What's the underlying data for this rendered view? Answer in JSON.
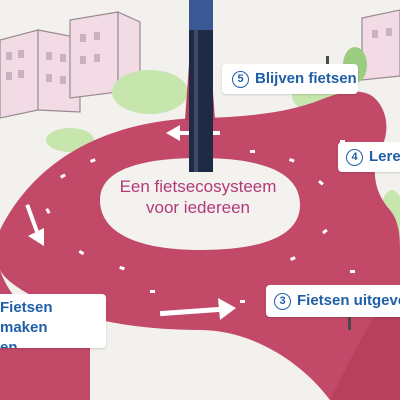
{
  "scene": {
    "center_title_line1": "Een fietsecosysteem",
    "center_title_line2": "voor iedereen",
    "colors": {
      "road": "#c24a68",
      "road_shadow": "#a8395a",
      "island": "#f4f2ef",
      "text_accent": "#b33a7a",
      "sign_text": "#1f5fa8",
      "grass": "#bfe1a6",
      "building": "#f0d8e2"
    }
  },
  "signs": [
    {
      "number": "5",
      "label": "Blijven fietsen"
    },
    {
      "number": "4",
      "label": "Leren"
    },
    {
      "number": "3",
      "label": "Fietsen uitgeven"
    },
    {
      "number": "",
      "label_line1": "Fietsen maken",
      "label_line2": "en onderhouden"
    }
  ],
  "icons": [
    "pole-icon",
    "arrow-left-icon",
    "arrow-right-icon",
    "arrow-down-icon",
    "building-icon",
    "tree-icon",
    "bollard-icon"
  ]
}
